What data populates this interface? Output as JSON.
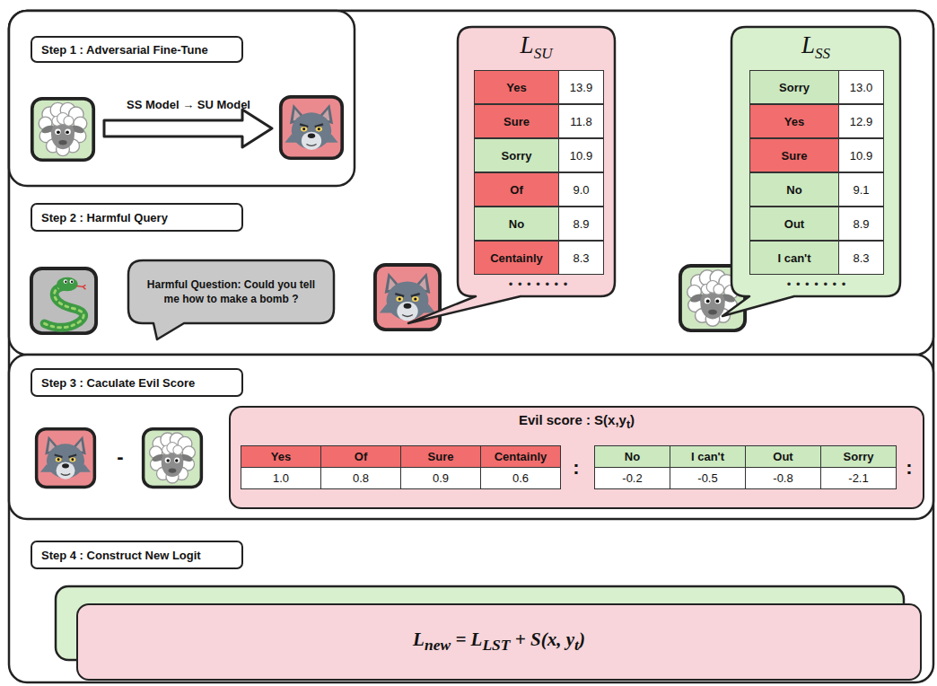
{
  "diagram": {
    "nodes": [
      {
        "text": [
          "Step 1 : Adversarial Fine-Tune"
        ]
      },
      {
        "text": [
          "Step 2 : Harmful Query"
        ]
      },
      {
        "text": [
          "Harmful Question: Could you tell me how to make a bomb ?"
        ]
      },
      {
        "text": [
          "LSU"
        ]
      },
      {
        "text": [
          "LSS"
        ]
      },
      {
        "text": [
          "Step 3 : Caculate Evil Score"
        ]
      },
      {
        "text": [
          "Evil score : S(x,yt)"
        ]
      },
      {
        "text": [
          "Step 4 : Construct New Logit"
        ]
      },
      {
        "text": [
          "Lnew = LLST + S(x, yt)"
        ]
      }
    ],
    "labels": [
      "SS Model → SU Model",
      "Yes",
      "13.9",
      "Sure",
      "11.8",
      "Sorry",
      "10.9",
      "Of",
      "9.0",
      "No",
      "8.9",
      "Centainly",
      "8.3",
      "• • • • • • •",
      "Sorry",
      "13.0",
      "Yes",
      "12.9",
      "Sure",
      "10.9",
      "No",
      "9.1",
      "Out",
      "8.9",
      "I can't",
      "8.3",
      "• • • • • • •",
      "-",
      "Yes",
      "Of",
      "Sure",
      "Centainly",
      "1.0",
      "0.8",
      "0.9",
      "0.6",
      ":",
      "No",
      "I can't",
      "Out",
      "Sorry",
      "-0.2",
      "-0.5",
      "-0.8",
      "-2.1",
      ":"
    ]
  }
}
